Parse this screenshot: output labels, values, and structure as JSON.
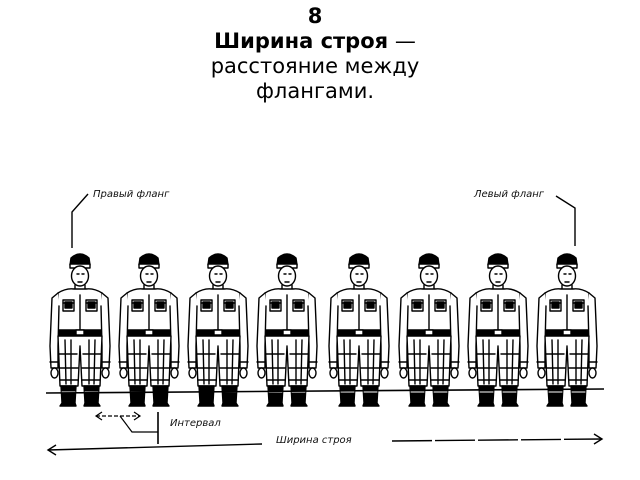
{
  "caption": {
    "number": "8",
    "term": "Ширина строя",
    "dash": " — ",
    "definition": "расстояние между флангами."
  },
  "figure": {
    "labels": {
      "right_flank": "Правый фланг",
      "left_flank": "Левый фланг",
      "interval": "Интервал",
      "formation_width": "Ширина строя"
    },
    "soldier_count": 8,
    "line_color": "#000000"
  }
}
